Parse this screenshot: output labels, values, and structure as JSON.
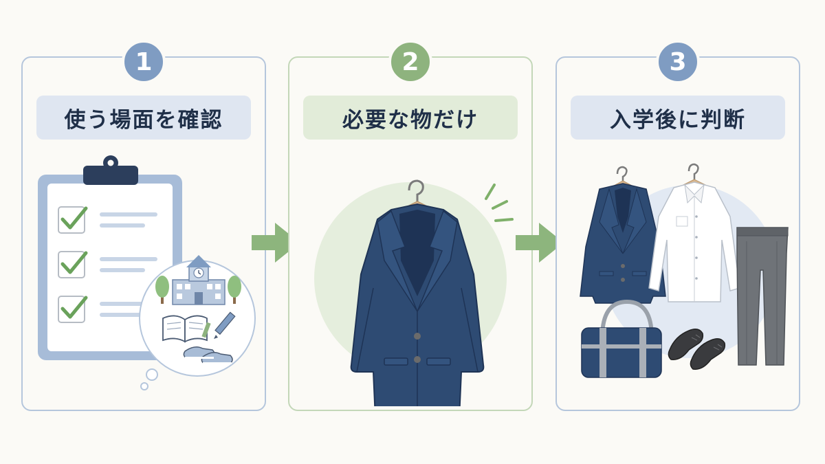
{
  "steps": [
    {
      "number": "1",
      "title": "使う場面を確認",
      "color": "#7f9cc2",
      "illustration": "checklist-clipboard-with-school-scene"
    },
    {
      "number": "2",
      "title": "必要な物だけ",
      "color": "#8eb37e",
      "illustration": "navy-blazer-on-hanger"
    },
    {
      "number": "3",
      "title": "入学後に判断",
      "color": "#7f9cc2",
      "illustration": "full-uniform-set"
    }
  ],
  "arrow_color": "#8db57d"
}
